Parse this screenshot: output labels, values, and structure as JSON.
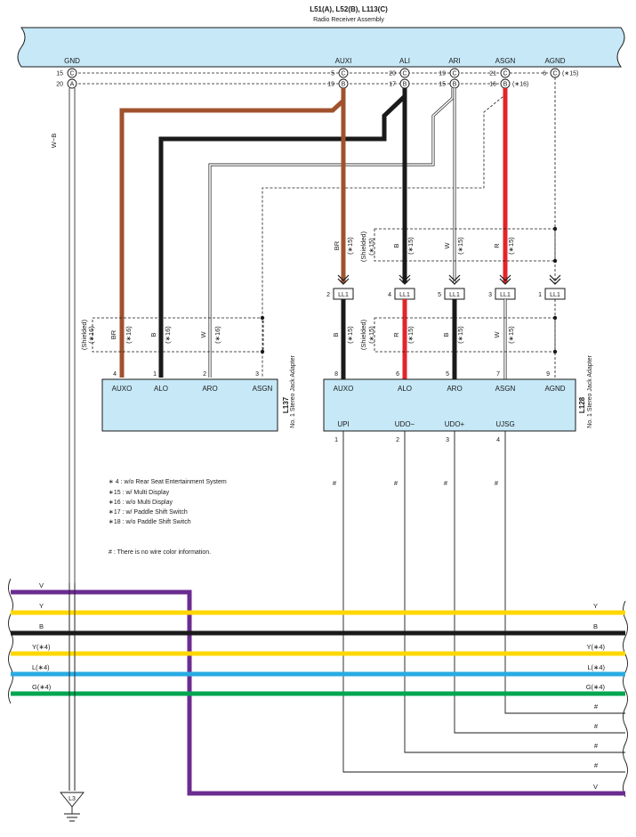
{
  "header": {
    "title": "L51(A), L52(B), L113(C)",
    "subtitle": "Radio Receiver Assembly"
  },
  "radio": {
    "terminals": [
      "GND",
      "AUXI",
      "ALI",
      "ARI",
      "ASGN",
      "AGND"
    ],
    "pins": {
      "gnd_c": "15",
      "gnd_a": "20",
      "auxi_c": "5",
      "auxi_b": "19",
      "ali_c": "20",
      "ali_b": "17",
      "ari_c": "19",
      "ari_b": "15",
      "asgn_c": "21",
      "asgn_b": "16",
      "agnd_c": "6"
    },
    "connector_letters": {
      "c": "C",
      "a": "A",
      "b": "B"
    },
    "notes": {
      "agnd": "(∗15)",
      "asgn": "(∗16)"
    }
  },
  "ground_wire": {
    "label": "W−B",
    "connector": "L3"
  },
  "adapter_l137": {
    "code": "L137",
    "name": "No. 1 Stereo Jack Adapter",
    "terminals": [
      "AUXO",
      "ALO",
      "ARO",
      "ASGN"
    ],
    "pins": [
      "4",
      "1",
      "2",
      "3"
    ],
    "wire_labels": [
      "BR",
      "B",
      "W"
    ],
    "wire_notes": [
      "(∗16)",
      "(∗16)",
      "(∗16)"
    ],
    "shielded": "(Shielded)",
    "shielded_note": "(∗16)"
  },
  "adapter_l128": {
    "code": "L128",
    "name": "No. 1 Stereo Jack Adapter",
    "top_terminals": [
      "AUXO",
      "ALO",
      "ARO",
      "ASGN",
      "AGND"
    ],
    "top_pins": [
      "8",
      "6",
      "5",
      "7",
      "9"
    ],
    "bottom_terminals": [
      "UPI",
      "UDO−",
      "UDO+",
      "UJSG"
    ],
    "bottom_pins": [
      "1",
      "2",
      "3",
      "4"
    ],
    "upper_wire_labels": [
      "BR",
      "B",
      "W",
      "R"
    ],
    "lower_wire_labels": [
      "B",
      "R",
      "B",
      "W"
    ],
    "wire_note": "(∗15)",
    "shielded": "(Shielded)",
    "shielded_note": "(∗15)",
    "hash": "#"
  },
  "ll1": {
    "name": "LL1",
    "pins": [
      "2",
      "4",
      "5",
      "3",
      "1"
    ]
  },
  "legend": [
    "∗ 4 : w/o Rear Seat Entertainment System",
    "∗15 : w/ Multi Display",
    "∗16 : w/o Multi Display",
    "∗17 : w/ Paddle Shift Switch",
    "∗18 : w/o Paddle Shift Switch"
  ],
  "hash_note": "# : There is no wire color information.",
  "bus": {
    "left_labels": [
      "V",
      "Y",
      "B",
      "Y(∗4)",
      "L(∗4)",
      "G(∗4)"
    ],
    "right_labels": [
      "Y",
      "B",
      "Y(∗4)",
      "L(∗4)",
      "G(∗4)",
      "#",
      "#",
      "#",
      "#",
      "V"
    ]
  },
  "colors": {
    "brown": "#a0522d",
    "black": "#1a1a1a",
    "red": "#e3242b",
    "yellow": "#ffd700",
    "blue": "#29abe2",
    "green": "#00a651",
    "purple": "#6b2c91",
    "box_fill": "#c6e8f7"
  }
}
